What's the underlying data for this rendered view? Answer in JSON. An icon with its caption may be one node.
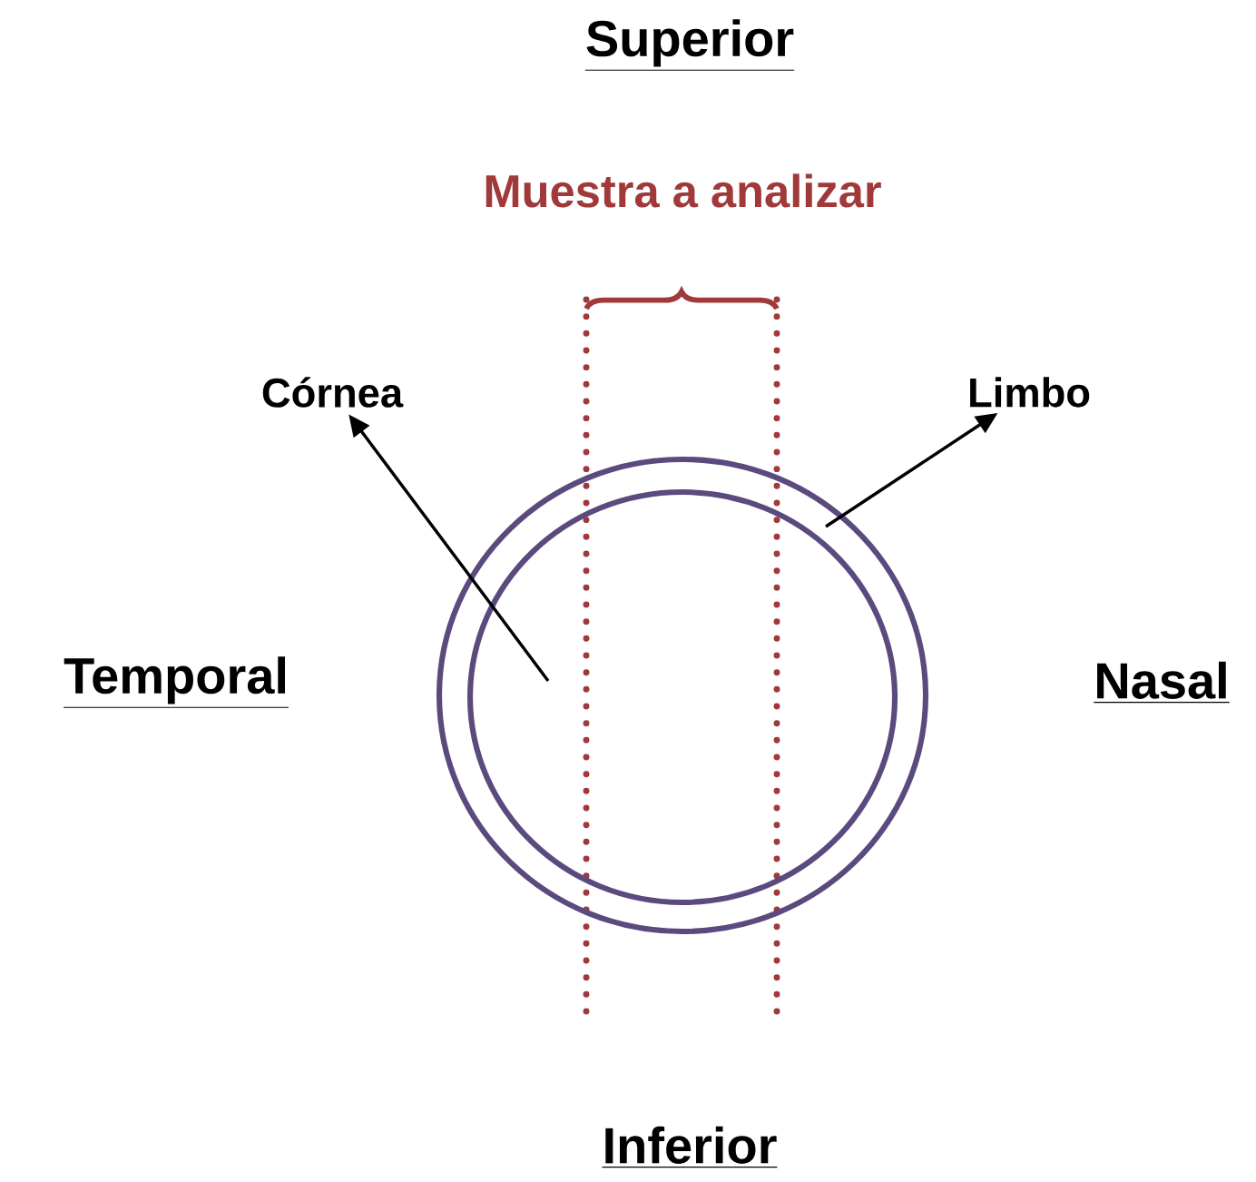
{
  "diagram": {
    "nodes": [
      {
        "text": [
          "Córnea"
        ]
      },
      {
        "text": [
          "Limbo"
        ]
      },
      {
        "text": [],
        "shape": "circle"
      },
      {
        "text": [],
        "shape": "circle",
        "in": 2
      }
    ],
    "edges": [
      {
        "from": 3,
        "to": 0,
        "arrow": "to"
      },
      {
        "from": 2,
        "to": 1,
        "arrow": "to"
      }
    ],
    "labels": [
      "Superior",
      "Muestra a analizar",
      "Temporal",
      "Nasal",
      "Inferior"
    ]
  }
}
